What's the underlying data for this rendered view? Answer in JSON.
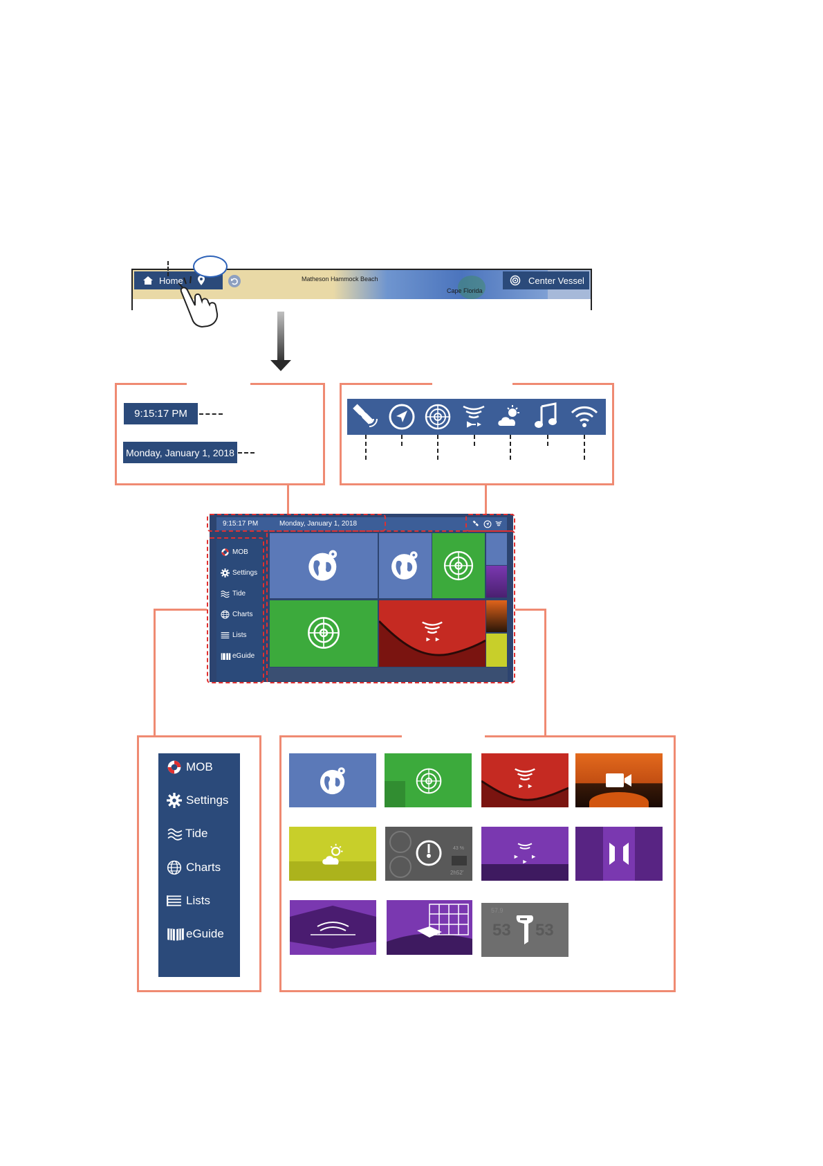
{
  "homebar": {
    "home_label": "Home",
    "center_vessel_label": "Center Vessel",
    "map_labels": [
      "Matheson Hammock Beach",
      "Cape Florida"
    ]
  },
  "datetime": {
    "time": "9:15:17 PM",
    "date": "Monday, January 1, 2018"
  },
  "status_icons": [
    "satellite-icon",
    "navigation-icon",
    "radar-icon",
    "fish-finder-icon",
    "weather-icon",
    "music-icon",
    "wifi-icon"
  ],
  "menu": {
    "items": [
      {
        "label": "MOB",
        "icon": "mob-lifebuoy-icon"
      },
      {
        "label": "Settings",
        "icon": "gear-icon"
      },
      {
        "label": "Tide",
        "icon": "tide-waves-icon"
      },
      {
        "label": "Charts",
        "icon": "globe-icon"
      },
      {
        "label": "Lists",
        "icon": "list-icon"
      },
      {
        "label": "eGuide",
        "icon": "book-icon"
      }
    ]
  },
  "apps": [
    {
      "name": "chart-app",
      "color": "#5b79b8"
    },
    {
      "name": "chart-radar-app",
      "color": "#3caa3c"
    },
    {
      "name": "fish-finder-app",
      "color": "#c52a22"
    },
    {
      "name": "camera-app",
      "color": "#d9641e"
    },
    {
      "name": "weather-app",
      "color": "#c8cf2a"
    },
    {
      "name": "instruments-app",
      "color": "#595959"
    },
    {
      "name": "sidescan-fish-finder-app",
      "color": "#7a38b0"
    },
    {
      "name": "side-scan-app",
      "color": "#7a38b0"
    },
    {
      "name": "down-scan-app",
      "color": "#7a38b0"
    },
    {
      "name": "3d-view-app",
      "color": "#7a38b0"
    },
    {
      "name": "engine-app",
      "color": "#6e6e6e"
    }
  ],
  "instrument_texts": {
    "percent": "43 %",
    "time": "2h52'",
    "engine_value": "53",
    "engine_top": "57.9"
  }
}
